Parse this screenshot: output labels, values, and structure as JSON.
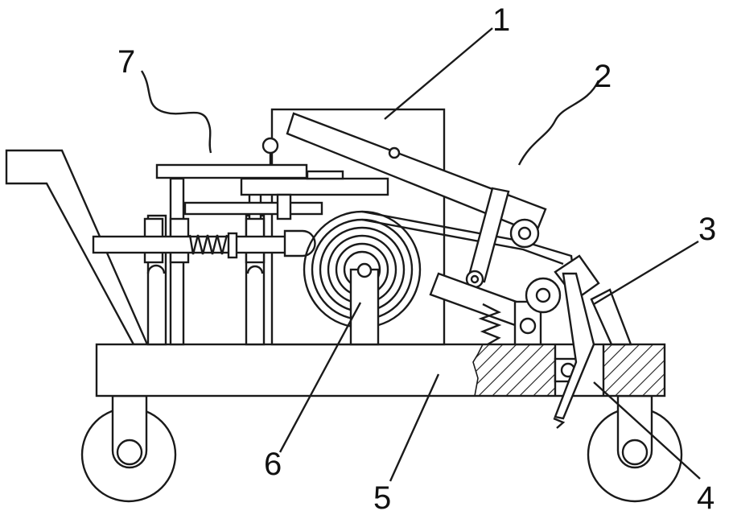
{
  "figure": {
    "callouts": [
      {
        "id": "c1",
        "text": "1"
      },
      {
        "id": "c2",
        "text": "2"
      },
      {
        "id": "c3",
        "text": "3"
      },
      {
        "id": "c4",
        "text": "4"
      },
      {
        "id": "c5",
        "text": "5"
      },
      {
        "id": "c6",
        "text": "6"
      },
      {
        "id": "c7",
        "text": "7"
      }
    ]
  },
  "colors": {
    "line": "#1a1a1a",
    "background": "#ffffff"
  }
}
